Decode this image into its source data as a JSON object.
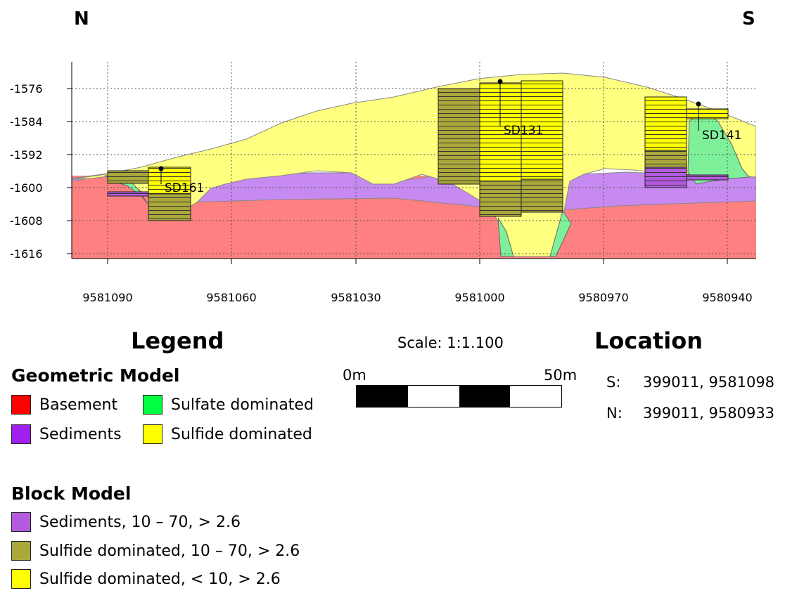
{
  "orientation": {
    "left": "N",
    "right": "S"
  },
  "y_ticks": [
    "-1576",
    "-1584",
    "-1592",
    "-1600",
    "-1608",
    "-1616"
  ],
  "x_ticks": [
    "9581090",
    "9581060",
    "9581030",
    "9581000",
    "9580970",
    "9580940"
  ],
  "drillholes": [
    "SD161",
    "SD131",
    "SD141"
  ],
  "legend": {
    "title": "Legend",
    "geometric": {
      "title": "Geometric Model",
      "items": [
        {
          "label": "Basement",
          "color": "#ff0000"
        },
        {
          "label": "Sulfate dominated",
          "color": "#00ff40"
        },
        {
          "label": "Sediments",
          "color": "#a020f0"
        },
        {
          "label": "Sulfide dominated",
          "color": "#ffff00"
        }
      ]
    },
    "block": {
      "title": "Block Model",
      "items": [
        {
          "label": "Sediments, 10 – 70, > 2.6",
          "color": "#b45ae0"
        },
        {
          "label": "Sulfide dominated, 10 – 70, > 2.6",
          "color": "#aaa83a"
        },
        {
          "label": "Sulfide dominated, < 10, > 2.6",
          "color": "#ffff00"
        }
      ]
    }
  },
  "scale": {
    "label": "Scale: 1:1.100",
    "start": "0m",
    "end": "50m"
  },
  "location": {
    "title": "Location",
    "rows": [
      {
        "key": "S:",
        "value": "399011, 9581098"
      },
      {
        "key": "N:",
        "value": "399011, 9580933"
      }
    ]
  },
  "colors": {
    "basement": "#ff8080",
    "sediments": "#c78af0",
    "sulfide": "#ffff80",
    "sulfate": "#7ff09a",
    "block_sulfide_mid": "#aaa83a",
    "block_sulfide_low": "#ffff00",
    "block_sediments": "#b45ae0"
  }
}
